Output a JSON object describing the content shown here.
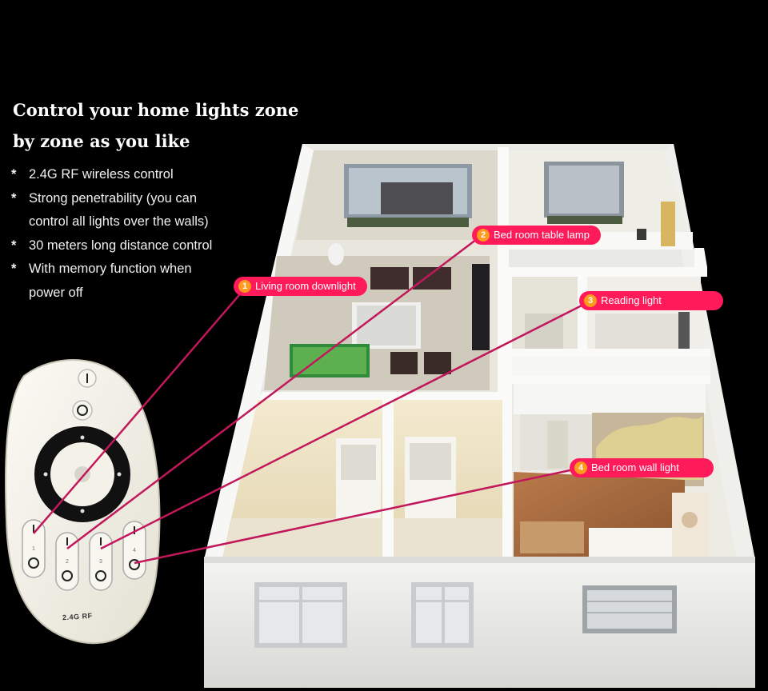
{
  "headline": {
    "line1": "Control your home lights zone",
    "line2": "by zone as you like"
  },
  "features": [
    {
      "bullet": "*",
      "text": "2.4G RF wireless control",
      "cont": ""
    },
    {
      "bullet": "*",
      "text": "Strong penetrability (you can",
      "cont": "control all lights over the walls)"
    },
    {
      "bullet": "*",
      "text": "30 meters long distance control",
      "cont": ""
    },
    {
      "bullet": "*",
      "text": "With memory function when",
      "cont": "power off"
    }
  ],
  "zones": [
    {
      "num": "1",
      "label": "Living room downlight"
    },
    {
      "num": "2",
      "label": "Bed room table lamp"
    },
    {
      "num": "3",
      "label": "Reading light"
    },
    {
      "num": "4",
      "label": "Bed room wall light"
    }
  ],
  "remote": {
    "rf_label": "2.4G RF",
    "zone_key_labels": [
      "1",
      "2",
      "3",
      "4"
    ]
  },
  "colors": {
    "background": "#000000",
    "tag": "#ff1a5a",
    "tag_number": "#ff9a1e",
    "connector": "#c2185b"
  }
}
